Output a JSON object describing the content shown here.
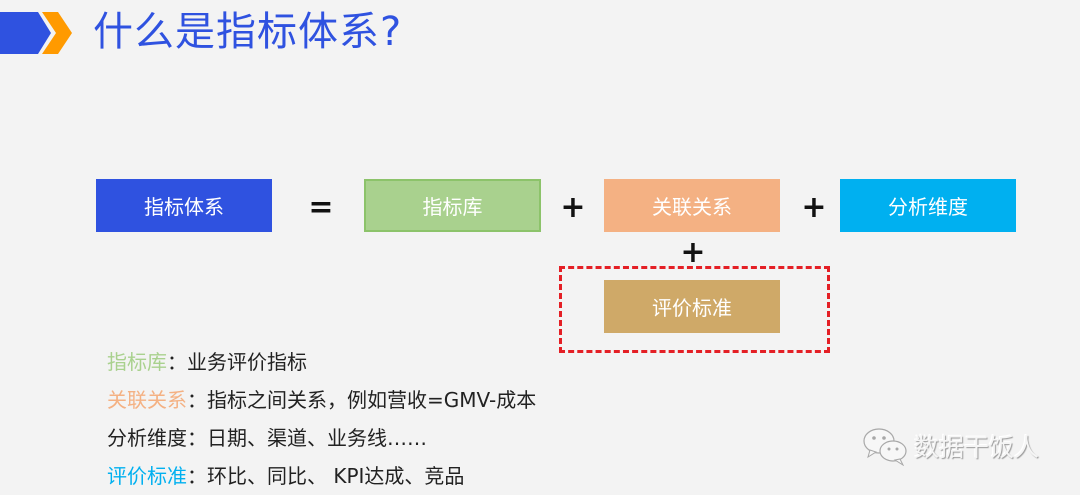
{
  "header": {
    "title": "什么是指标体系?",
    "colors": {
      "mark_blue": "#2f52e0",
      "mark_orange": "#ff9a00",
      "title": "#2f52e0"
    }
  },
  "diagram": {
    "result": {
      "label": "指标体系",
      "color": "#2f52e0"
    },
    "equals": "=",
    "plus": "+",
    "components": [
      {
        "label": "指标库",
        "color": "#a9d18e"
      },
      {
        "label": "关联关系",
        "color": "#f4b183"
      },
      {
        "label": "分析维度",
        "color": "#00b0f0"
      },
      {
        "label": "评价标准",
        "color": "#cfa968"
      }
    ],
    "highlight_color": "#e41f25"
  },
  "legend": [
    {
      "key": "指标库",
      "sep": "：",
      "desc": "业务评价指标",
      "key_color": "#a9d18e"
    },
    {
      "key": "关联关系",
      "sep": "：",
      "desc": "指标之间关系，例如营收=GMV-成本",
      "key_color": "#f4b183"
    },
    {
      "key": "分析维度",
      "sep": "：",
      "desc": "日期、渠道、业务线……",
      "key_color": "#222222"
    },
    {
      "key": "评价标准",
      "sep": "：",
      "desc": "环比、同比、 KPI达成、竞品",
      "key_color": "#00b0f0"
    }
  ],
  "watermark": {
    "text": "数据干饭人",
    "icon": "wechat-icon"
  }
}
